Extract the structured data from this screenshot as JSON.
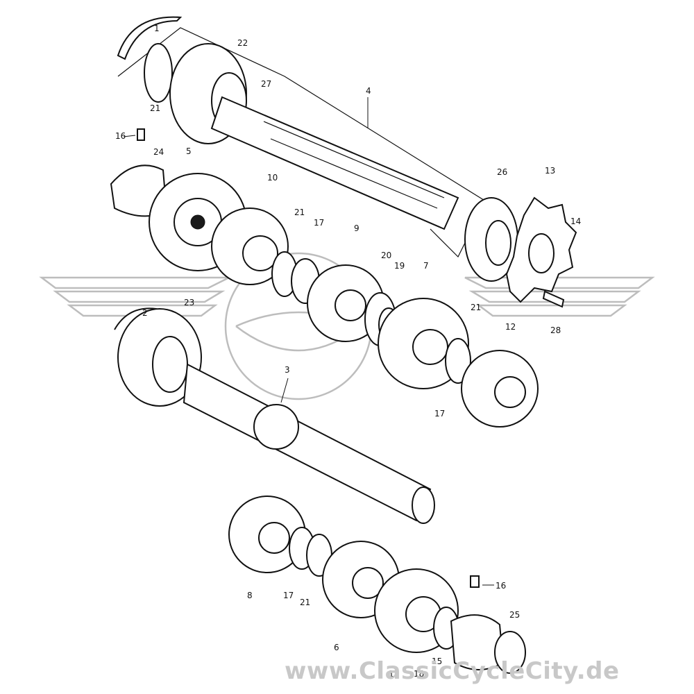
{
  "watermark": {
    "text": "www.ClassicCycleCity.de"
  },
  "callouts": {
    "c1": "1",
    "c2": "2",
    "c3": "3",
    "c4": "4",
    "c5": "5",
    "c6": "6",
    "c7": "7",
    "c8": "8",
    "c9": "9",
    "c10": "10",
    "c11": "11",
    "c12": "12",
    "c13": "13",
    "c14": "14",
    "c15": "15",
    "c16a": "16",
    "c16b": "16",
    "c17a": "17",
    "c17b": "17",
    "c17c": "17",
    "c18": "18",
    "c19": "19",
    "c20": "20",
    "c21a": "21",
    "c21b": "21",
    "c21c": "21",
    "c21d": "21",
    "c22": "22",
    "c23": "23",
    "c24": "24",
    "c25": "25",
    "c26": "26",
    "c27": "27",
    "c28": "28"
  }
}
